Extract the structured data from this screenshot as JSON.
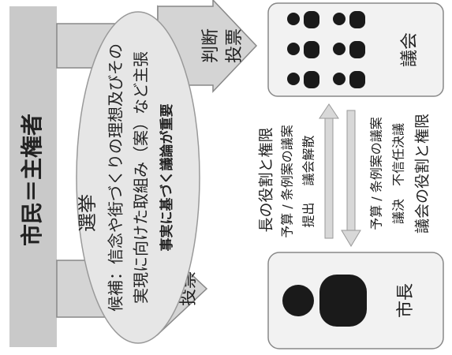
{
  "citizens_label": "市民＝主権者",
  "election_label": "選挙",
  "candidate_text_1": "候補：信念や街づくりの理想及びその",
  "candidate_text_2": "実現に向けた取組み（案）など主張",
  "candidate_text_3": "事実に基づく議論が重要",
  "left_arrow_label_1": "判断",
  "left_arrow_label_2": "投票",
  "right_arrow_label_1": "判断",
  "right_arrow_label_2": "投票",
  "mayor_label": "市長",
  "council_label": "議会",
  "mayor_role_title": "長の役割と権限",
  "mayor_role_line_1": "予算 / 条例案の議案",
  "mayor_role_line_2": "提出　 議会解散",
  "council_role_line_1": "予算 / 条例案の議案",
  "council_role_line_2": "議決　不信任決議",
  "council_role_title": "議会の役割と権限",
  "colors": {
    "band": "#c9c9c9",
    "ellipse": "#e6e6e6",
    "arrow": "#d4d4d4",
    "figure": "#1a1a1a",
    "panel": "#f2f2f2"
  }
}
